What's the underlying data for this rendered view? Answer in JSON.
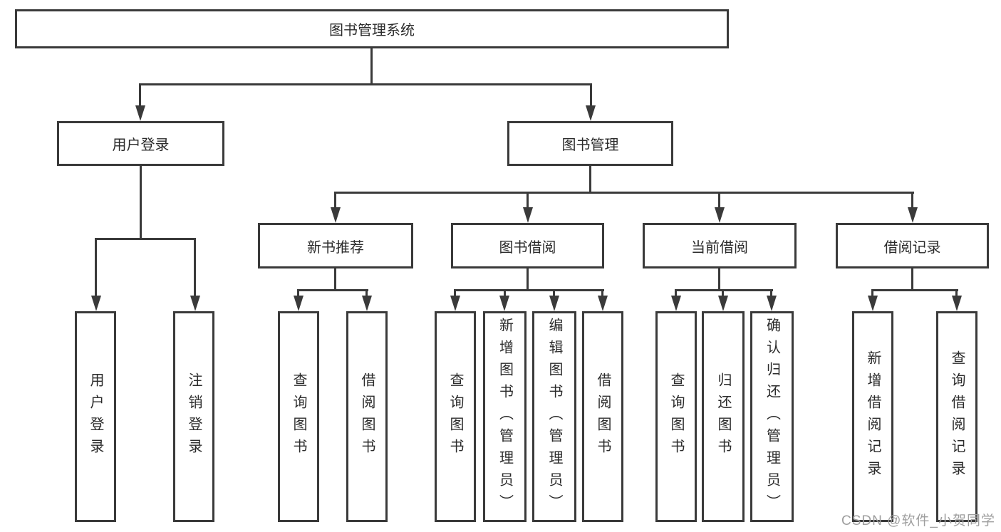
{
  "diagram_title": "图书管理系统",
  "nodes": {
    "root": "图书管理系统",
    "level2": {
      "user_login_group": "用户登录",
      "book_management": "图书管理"
    },
    "level3": {
      "new_book_recommend": "新书推荐",
      "book_borrow": "图书借阅",
      "current_borrow": "当前借阅",
      "borrow_record": "借阅记录"
    },
    "leaves": {
      "user_login": "用户登录",
      "logout_login": "注销登录",
      "rec_query_book": "查询图书",
      "rec_borrow_book": "借阅图书",
      "bb_query_book": "查询图书",
      "bb_add_book": "新增图书（管理员）",
      "bb_edit_book": "编辑图书（管理员）",
      "bb_borrow_book": "借阅图书",
      "cb_query_book": "查询图书",
      "cb_return_book": "归还图书",
      "cb_confirm_return": "确认归还（管理员）",
      "br_add_record": "新增借阅记录",
      "br_query_record": "查询借阅记录"
    }
  },
  "watermark": "CSDN @软件_小贺同学",
  "colors": {
    "line": "#3a3a3a",
    "text": "#2b2b2b",
    "watermark": "#9e9e9e",
    "background": "#ffffff"
  }
}
